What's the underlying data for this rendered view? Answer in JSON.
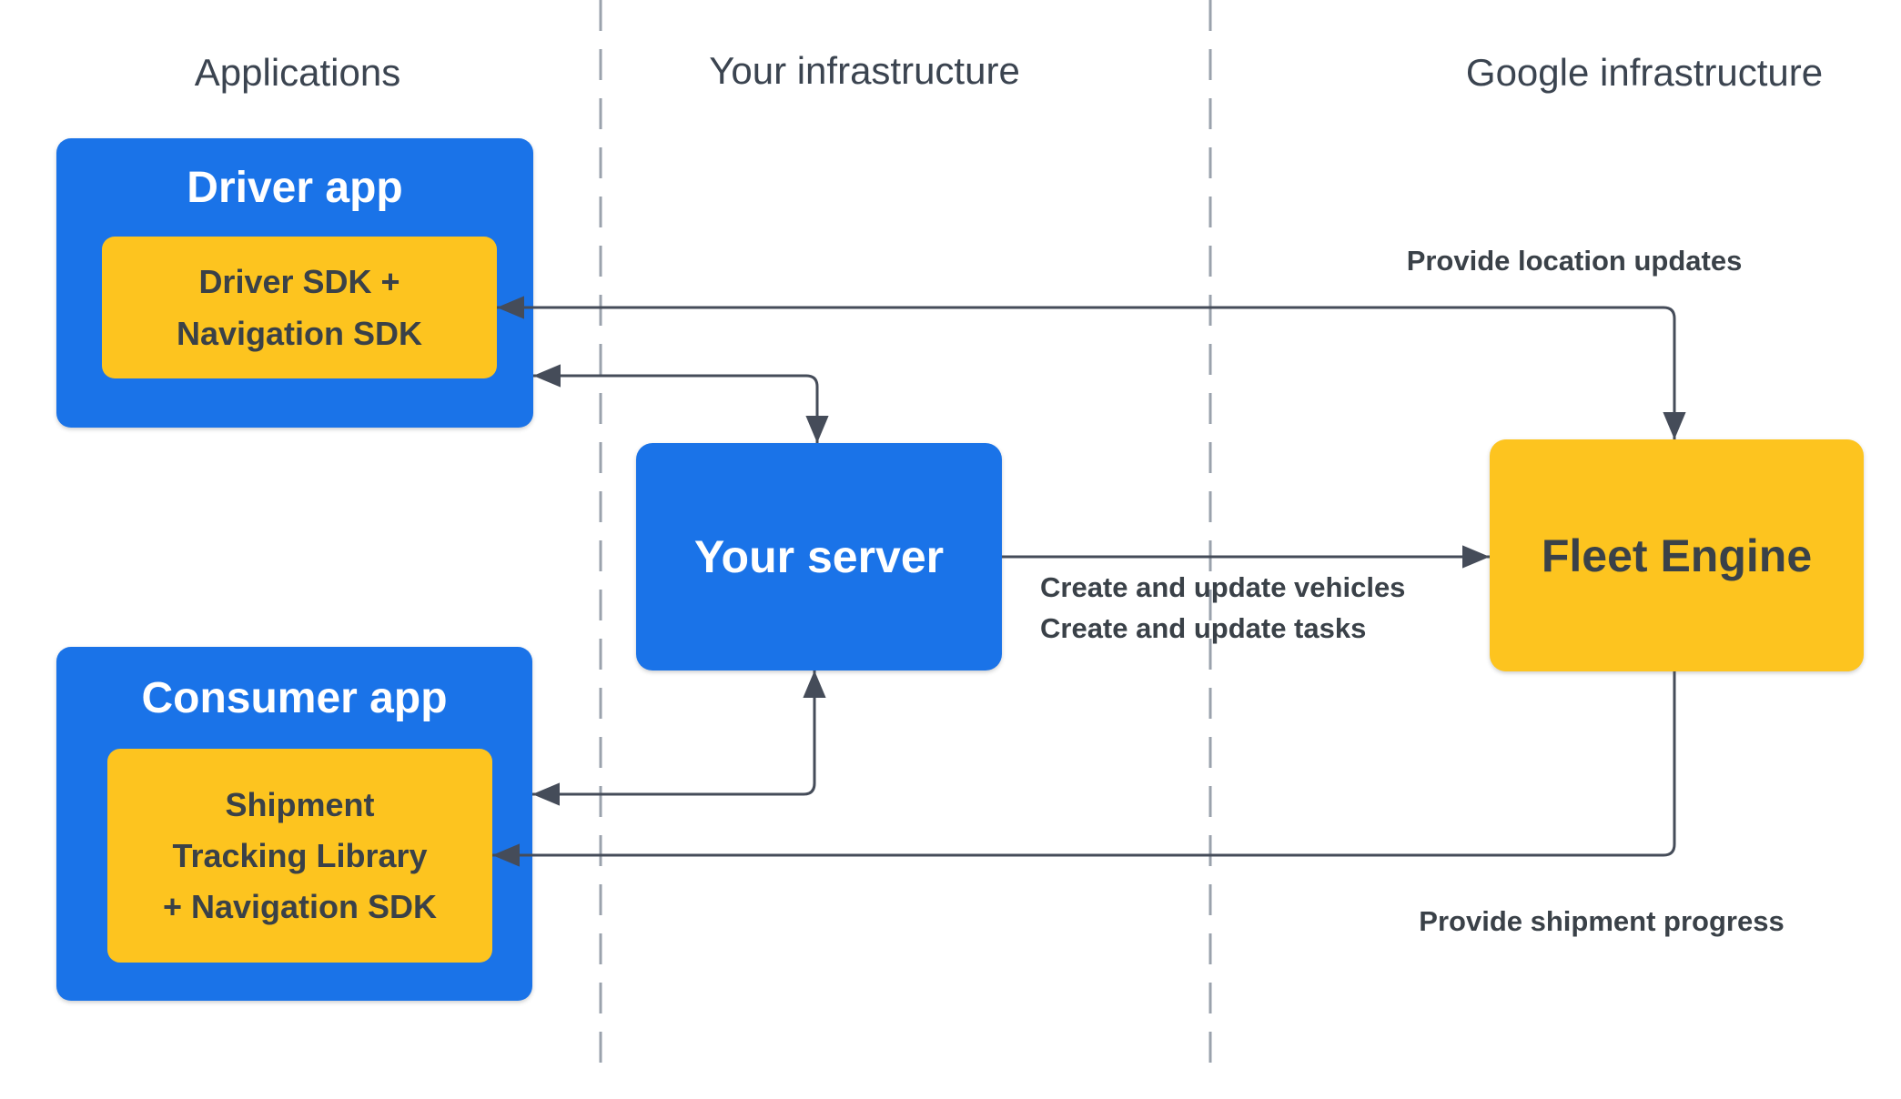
{
  "columns": [
    {
      "label": "Applications"
    },
    {
      "label": "Your infrastructure"
    },
    {
      "label": "Google infrastructure"
    }
  ],
  "nodes": {
    "driver_app": {
      "title": "Driver app"
    },
    "driver_sdk": {
      "lines": [
        "Driver SDK +",
        "Navigation SDK"
      ]
    },
    "consumer_app": {
      "title": "Consumer app"
    },
    "shipment_lib": {
      "lines": [
        "Shipment",
        "Tracking Library",
        "+ Navigation SDK"
      ]
    },
    "your_server": {
      "title": "Your server"
    },
    "fleet_engine": {
      "title": "Fleet Engine"
    }
  },
  "edge_labels": {
    "location_updates": "Provide location updates",
    "create_update_lines": [
      "Create and update vehicles",
      "Create and update tasks"
    ],
    "shipment_progress": "Provide shipment progress"
  },
  "colors": {
    "blue": "#1A73E8",
    "yellow": "#FDC41F",
    "connector": "#454C59",
    "divider": "#9AA2AC",
    "heading_text": "#3B4450",
    "dark_text": "#3A4148",
    "light_text": "#FFFFFF",
    "background": "#FFFFFF"
  }
}
